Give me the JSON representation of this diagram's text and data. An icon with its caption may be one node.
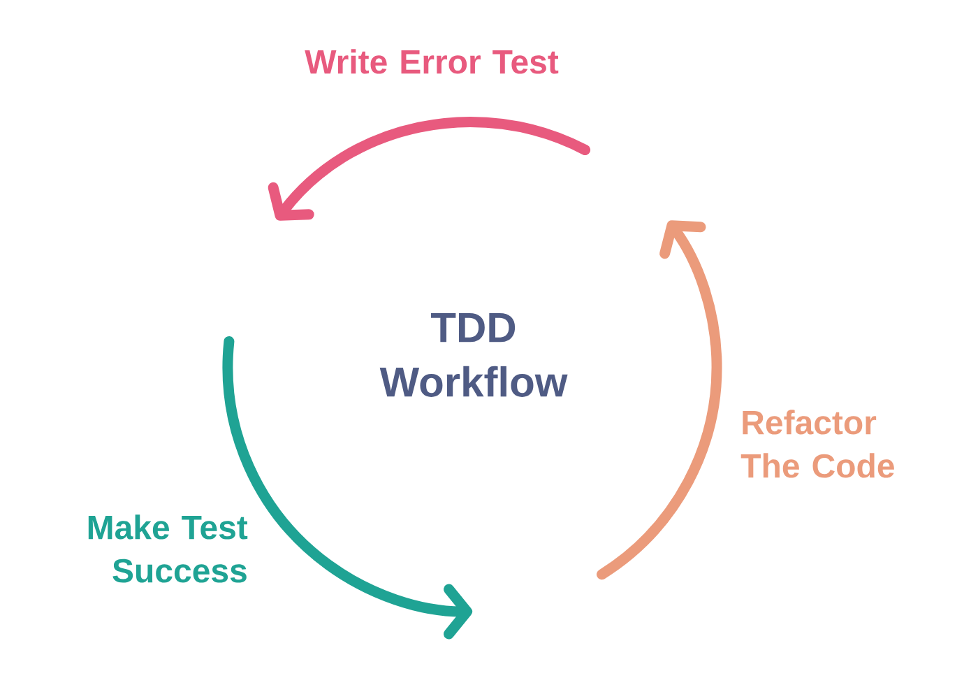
{
  "diagram": {
    "title": "TDD Workflow",
    "labels": [
      "Write Error Test",
      "Make Test Success",
      "Refactor The Code"
    ]
  }
}
